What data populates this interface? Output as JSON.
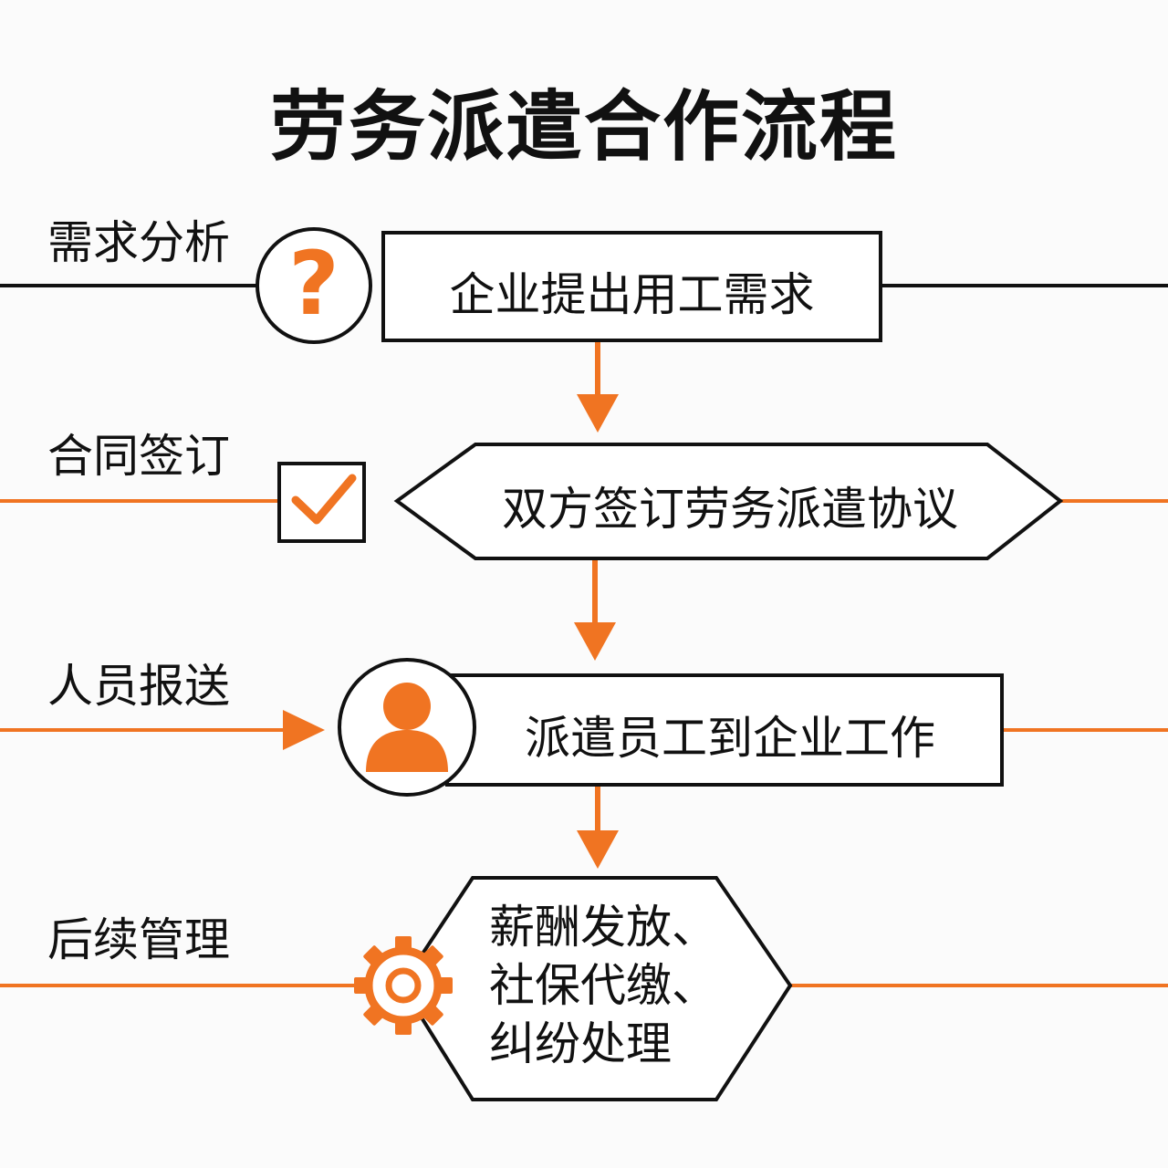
{
  "title": "劳务派遣合作流程",
  "stages": [
    {
      "label": "需求分析",
      "icon": "question-icon",
      "box_text": "企业提出用工需求",
      "line_color": "#111111"
    },
    {
      "label": "合同签订",
      "icon": "checkbox-icon",
      "box_text": "双方签订劳务派遣协议",
      "line_color": "#f07422"
    },
    {
      "label": "人员报送",
      "icon": "person-icon",
      "box_text": "派遣员工到企业工作",
      "line_color": "#f07422"
    },
    {
      "label": "后续管理",
      "icon": "gear-icon",
      "box_text_lines": [
        "薪酬发放、",
        "社保代缴、",
        "纠纷处理"
      ],
      "line_color": "#f07422"
    }
  ],
  "colors": {
    "accent": "#f07422",
    "ink": "#111111",
    "background": "#fbfbfb"
  }
}
